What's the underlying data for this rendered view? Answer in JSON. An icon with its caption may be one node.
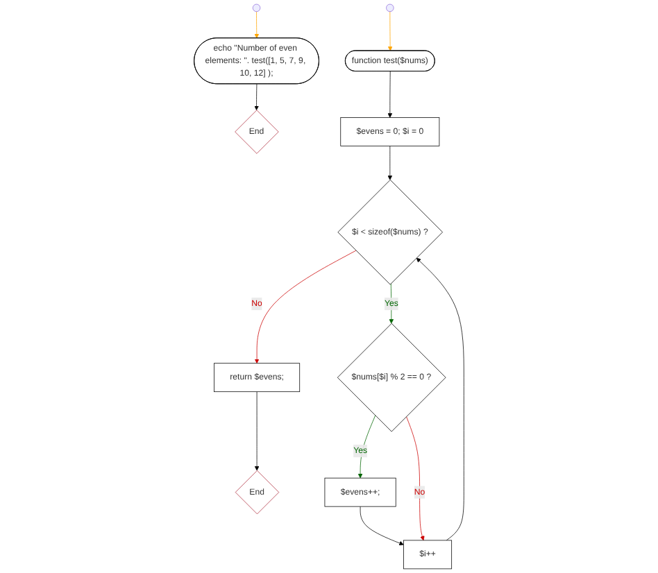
{
  "diagram": {
    "nodes": [
      {
        "text": [
          "echo \"Number of even elements: \". test([1, 5, 7, 9, 10, 12] );"
        ]
      },
      {
        "text": [
          "End"
        ]
      },
      {
        "text": [
          "function test($nums)"
        ]
      },
      {
        "text": [
          "$evens = 0; $i = 0"
        ]
      },
      {
        "text": [
          "$i < sizeof($nums) ?"
        ]
      },
      {
        "text": [
          "return $evens;"
        ]
      },
      {
        "text": [
          "$nums[$i] % 2 == 0 ?"
        ]
      },
      {
        "text": [
          "$evens++;"
        ]
      },
      {
        "text": [
          "$i++"
        ]
      },
      {
        "text": [
          "End"
        ]
      }
    ],
    "edges": [
      {
        "from": null,
        "to": 0,
        "arrow": "to",
        "color": "#ffa500"
      },
      {
        "from": 0,
        "to": 1,
        "arrow": "to"
      },
      {
        "from": null,
        "to": 2,
        "arrow": "to",
        "color": "#ffa500"
      },
      {
        "from": 2,
        "to": 3,
        "arrow": "to"
      },
      {
        "from": 3,
        "to": 4,
        "arrow": "to"
      },
      {
        "from": 4,
        "to": 5,
        "arrow": "to",
        "label": "No",
        "color": "#cc0000"
      },
      {
        "from": 4,
        "to": 6,
        "arrow": "to",
        "label": "Yes",
        "color": "#006600"
      },
      {
        "from": 6,
        "to": 7,
        "arrow": "to",
        "label": "Yes",
        "color": "#006600"
      },
      {
        "from": 6,
        "to": 8,
        "arrow": "to",
        "label": "No",
        "color": "#cc0000"
      },
      {
        "from": 7,
        "to": 8,
        "arrow": "to"
      },
      {
        "from": 8,
        "to": 4,
        "arrow": "to"
      },
      {
        "from": 5,
        "to": 9,
        "arrow": "to"
      }
    ]
  }
}
